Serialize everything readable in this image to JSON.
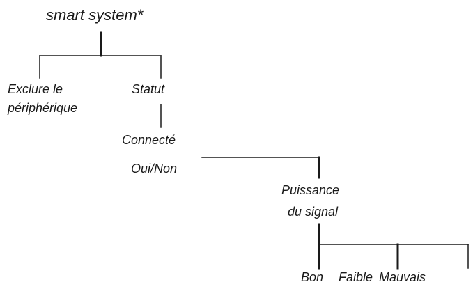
{
  "tree": {
    "root": "smart system*",
    "exclude": {
      "line1": "Exclure le",
      "line2": "périphérique"
    },
    "status": "Statut",
    "connected": {
      "line1": "Connecté",
      "line2": "Oui/Non"
    },
    "signal": {
      "line1": "Puissance",
      "line2": "du signal"
    },
    "levels": [
      "Bon",
      "Faible",
      "Mauvais"
    ]
  }
}
